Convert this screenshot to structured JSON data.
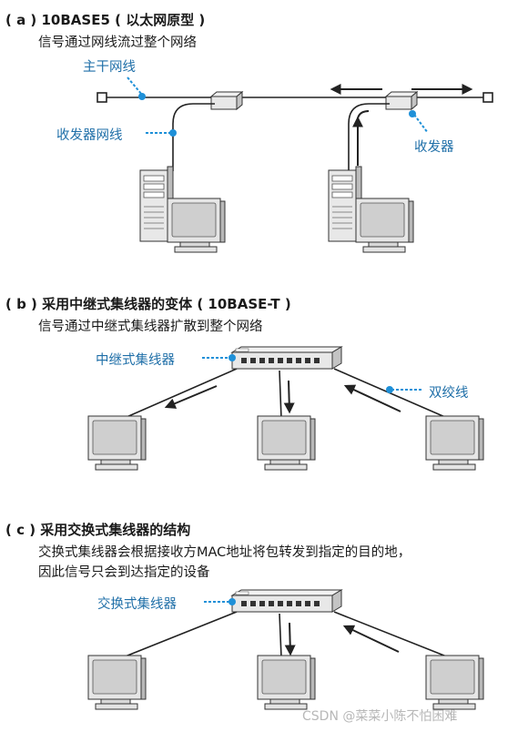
{
  "section_a": {
    "title": "( a ) 10BASE5 ( 以太网原型 )",
    "subtitle": "信号通过网线流过整个网络",
    "label_backbone": "主干网线",
    "label_transceiver_cable": "收发器网线",
    "label_transceiver": "收发器"
  },
  "section_b": {
    "title": "( b ) 采用中继式集线器的变体 ( 10BASE-T )",
    "subtitle": "信号通过中继式集线器扩散到整个网络",
    "label_hub": "中继式集线器",
    "label_twisted_pair": "双绞线"
  },
  "section_c": {
    "title": "( c ) 采用交换式集线器的结构",
    "subtitle_line1": "交换式集线器会根据接收方MAC地址将包转发到指定的目的地，",
    "subtitle_line2": "因此信号只会到达指定的设备",
    "label_switch": "交换式集线器"
  },
  "watermark": "CSDN @菜菜小陈不怕困难",
  "colors": {
    "callout": "#1f6fa8",
    "dot": "#1e90d8",
    "line": "#222222",
    "device_fill": "#e8e8e8",
    "screen": "#d0d0d0"
  }
}
